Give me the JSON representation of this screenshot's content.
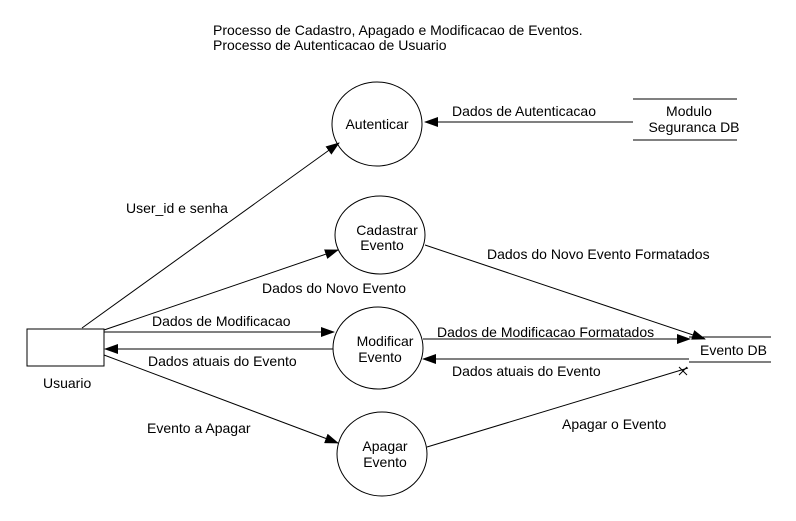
{
  "title": {
    "line1": "Processo de Cadastro, Apagado e Modificacao de Eventos.",
    "line2": "Processo de Autenticacao de Usuario"
  },
  "entity": {
    "label": "Usuario"
  },
  "processes": {
    "autenticar": {
      "line1": "Autenticar"
    },
    "cadastrar": {
      "line1": "Cadastrar",
      "line2": "Evento"
    },
    "modificar": {
      "line1": "Modificar",
      "line2": "Evento"
    },
    "apagar": {
      "line1": "Apagar",
      "line2": "Evento"
    }
  },
  "stores": {
    "modulo": {
      "line1": "Modulo",
      "line2": "Seguranca DB"
    },
    "evento": {
      "line1": "Evento DB"
    }
  },
  "flows": {
    "user_id": "User_id e senha",
    "dados_autenticacao": "Dados de Autenticacao",
    "dados_novo_evento": "Dados do Novo Evento",
    "dados_novo_evento_formatados": "Dados do Novo Evento Formatados",
    "dados_modificacao": "Dados de Modificacao",
    "dados_atuais_usuario": "Dados atuais do Evento",
    "dados_modificacao_formatados": "Dados de Modificacao Formatados",
    "dados_atuais_db": "Dados atuais do Evento",
    "evento_apagar": "Evento a Apagar",
    "apagar_evento": "Apagar o Evento"
  }
}
